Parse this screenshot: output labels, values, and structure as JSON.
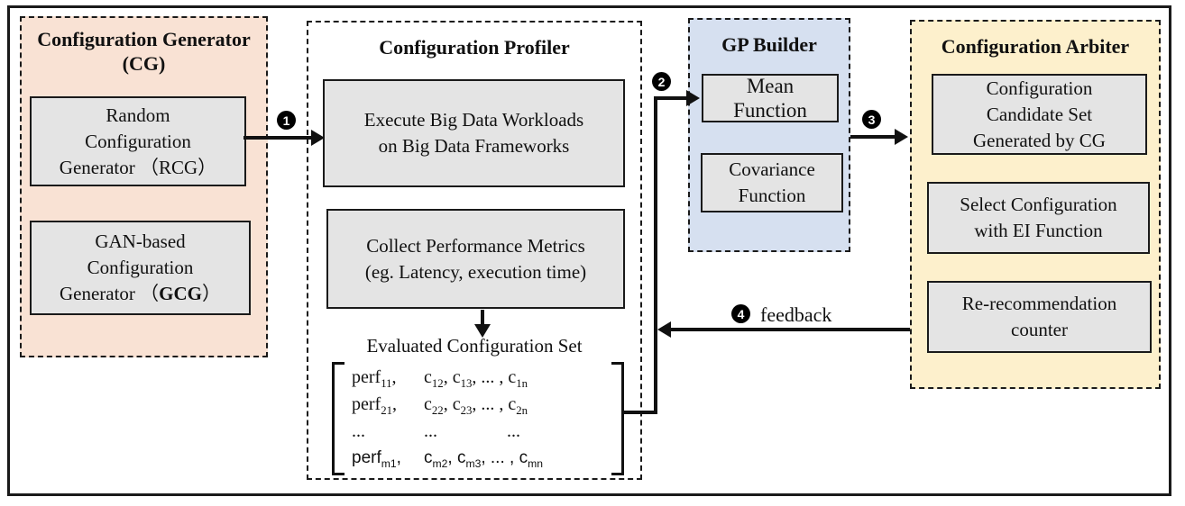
{
  "sections": {
    "cg": {
      "title_line1": "Configuration Generator",
      "title_line2": "(CG)",
      "rcg_lines": [
        "Random",
        "Configuration",
        "Generator （RCG）"
      ],
      "gcg_lines": [
        "GAN-based",
        "Configuration"
      ],
      "gcg_line3": {
        "pre": "Generator （",
        "bold": "GCG",
        "post": "）"
      }
    },
    "profiler": {
      "title": "Configuration Profiler",
      "execute_lines": [
        "Execute Big Data Workloads",
        "on Big Data Frameworks"
      ],
      "collect_lines": [
        "Collect Performance Metrics",
        "(eg. Latency, execution time)"
      ],
      "eval_label": "Evaluated Configuration Set"
    },
    "gp": {
      "title": "GP Builder",
      "mean_lines": [
        "Mean",
        "Function"
      ],
      "cov_lines": [
        "Covariance",
        "Function"
      ]
    },
    "arbiter": {
      "title": "Configuration Arbiter",
      "candidate_lines": [
        "Configuration",
        "Candidate Set",
        "Generated by CG"
      ],
      "select_lines": [
        "Select Configuration",
        "with EI Function"
      ],
      "rerec_lines": [
        "Re-recommendation",
        "counter"
      ]
    }
  },
  "badges": {
    "b1": "1",
    "b2": "2",
    "b3": "3",
    "b4": "4"
  },
  "labels": {
    "feedback": "feedback"
  },
  "matrix": {
    "rows": [
      {
        "sans": false,
        "col1": [
          {
            "t": "perf",
            "s": "11"
          },
          {
            "t": ","
          }
        ],
        "rest": [
          {
            "t": "c",
            "s": "12"
          },
          {
            "t": ", "
          },
          {
            "t": "c",
            "s": "13"
          },
          {
            "t": ", ... , "
          },
          {
            "t": "c",
            "s": "1n"
          }
        ]
      },
      {
        "sans": false,
        "col1": [
          {
            "t": "perf",
            "s": "21"
          },
          {
            "t": ","
          }
        ],
        "rest": [
          {
            "t": "c",
            "s": "22"
          },
          {
            "t": ", "
          },
          {
            "t": "c",
            "s": "23"
          },
          {
            "t": ", ... , "
          },
          {
            "t": "c",
            "s": "2n"
          }
        ]
      },
      {
        "sans": false,
        "col1": [
          {
            "t": "..."
          }
        ],
        "rest": [
          {
            "t": "...",
            "w": 92
          },
          {
            "t": "..."
          }
        ]
      },
      {
        "sans": true,
        "col1": [
          {
            "t": "perf",
            "s": "m1"
          },
          {
            "t": ","
          }
        ],
        "rest": [
          {
            "t": "c",
            "s": "m2"
          },
          {
            "t": ", "
          },
          {
            "t": "c",
            "s": "m3"
          },
          {
            "t": ", ... , "
          },
          {
            "t": "c",
            "s": "mn"
          }
        ]
      }
    ]
  },
  "colors": {
    "cg_fill": "#f9e2d4",
    "gp_fill": "#d6e0f0",
    "arbiter_fill": "#fdf0cc",
    "inner_box_fill": "#e4e4e4",
    "line_color": "#111111"
  }
}
